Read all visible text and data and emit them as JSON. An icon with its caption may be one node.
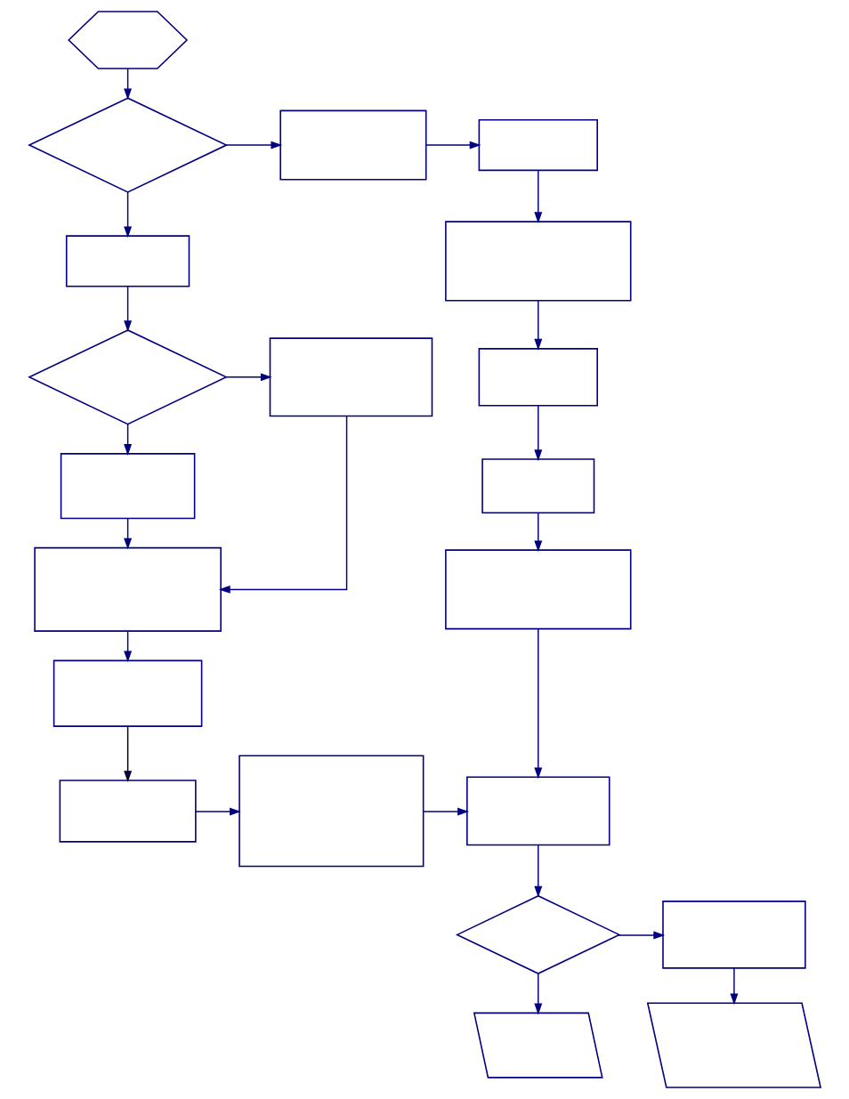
{
  "diagram": {
    "nodes": [
      {
        "text": [],
        "shape": "hexagon"
      },
      {
        "text": [],
        "shape": "diamond"
      },
      {
        "text": [],
        "shape": "box"
      },
      {
        "text": [],
        "shape": "box"
      },
      {
        "text": [],
        "shape": "box"
      },
      {
        "text": [],
        "shape": "box"
      },
      {
        "text": [],
        "shape": "diamond"
      },
      {
        "text": [],
        "shape": "box"
      },
      {
        "text": [],
        "shape": "box"
      },
      {
        "text": [],
        "shape": "box"
      },
      {
        "text": [],
        "shape": "box"
      },
      {
        "text": [],
        "shape": "box"
      },
      {
        "text": [],
        "shape": "box"
      },
      {
        "text": [],
        "shape": "box"
      },
      {
        "text": [],
        "shape": "box"
      },
      {
        "text": [],
        "shape": "box"
      },
      {
        "text": [],
        "shape": "box"
      },
      {
        "text": [],
        "shape": "diamond"
      },
      {
        "text": [],
        "shape": "box"
      },
      {
        "text": [],
        "shape": "parallelogram"
      },
      {
        "text": [],
        "shape": "parallelogram"
      }
    ],
    "edges": [
      {
        "from": 0,
        "to": 1,
        "arrow": "to"
      },
      {
        "from": 1,
        "to": 2,
        "arrow": "to"
      },
      {
        "from": 2,
        "to": 3,
        "arrow": "to"
      },
      {
        "from": 1,
        "to": 4,
        "arrow": "to"
      },
      {
        "from": 3,
        "to": 5,
        "arrow": "to"
      },
      {
        "from": 4,
        "to": 6,
        "arrow": "to"
      },
      {
        "from": 5,
        "to": 8,
        "arrow": "to"
      },
      {
        "from": 6,
        "to": 7,
        "arrow": "to"
      },
      {
        "from": 6,
        "to": 9,
        "arrow": "to"
      },
      {
        "from": 8,
        "to": 10,
        "arrow": "to"
      },
      {
        "from": 7,
        "to": 11,
        "arrow": "to"
      },
      {
        "from": 9,
        "to": 11,
        "arrow": "to"
      },
      {
        "from": 10,
        "to": 12,
        "arrow": "to"
      },
      {
        "from": 11,
        "to": 13,
        "arrow": "to"
      },
      {
        "from": 12,
        "to": 16,
        "arrow": "to"
      },
      {
        "from": 13,
        "to": 14,
        "arrow": "to",
        "color": "#000000"
      },
      {
        "from": 14,
        "to": 15,
        "arrow": "to"
      },
      {
        "from": 15,
        "to": 16,
        "arrow": "to"
      },
      {
        "from": 16,
        "to": 17,
        "arrow": "to"
      },
      {
        "from": 17,
        "to": 18,
        "arrow": "to"
      },
      {
        "from": 17,
        "to": 19,
        "arrow": "to"
      },
      {
        "from": 18,
        "to": 20,
        "arrow": "to"
      }
    ]
  }
}
